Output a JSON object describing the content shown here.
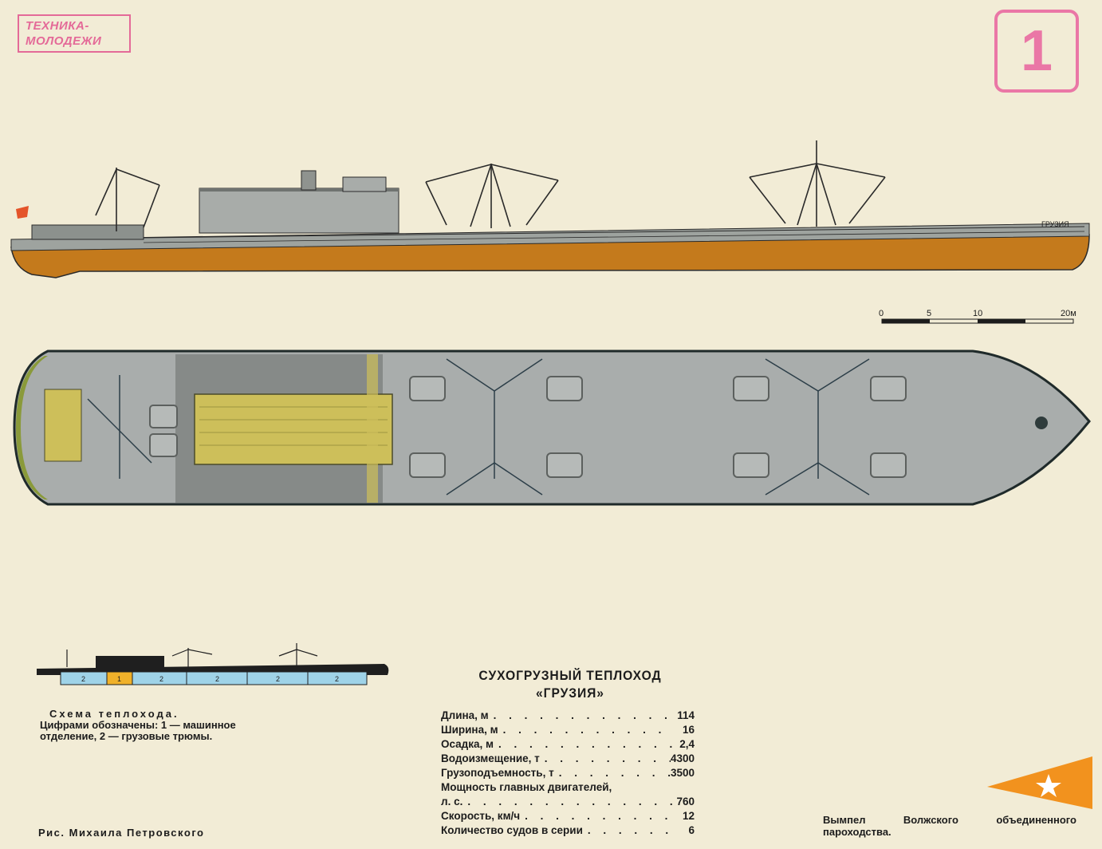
{
  "magazine": {
    "logo_line1": "ТЕХНИКА-",
    "logo_line2": "МОЛОДЕЖИ",
    "issue_number": "1"
  },
  "ship": {
    "hull_name": "ГРУЗИЯ",
    "title_line1": "СУХОГРУЗНЫЙ ТЕПЛОХОД",
    "title_line2": "«ГРУЗИЯ»",
    "colors": {
      "hull": "#c47a1c",
      "deck": "#a9adac",
      "superstructure": "#cdbf5a",
      "outline": "#1f2a2a",
      "paper": "#f2ecd6"
    }
  },
  "scale_bar": {
    "labels": [
      "0",
      "5",
      "10",
      "20м"
    ]
  },
  "specs": [
    {
      "name": "Длина, м",
      "value": "114"
    },
    {
      "name": "Ширина, м",
      "value": "16"
    },
    {
      "name": "Осадка, м",
      "value": "2,4"
    },
    {
      "name": "Водоизмещение, т",
      "value": "4300"
    },
    {
      "name": "Грузоподъемность, т",
      "value": "3500"
    },
    {
      "name": "Мощность главных двигателей,",
      "name_right": "",
      "continuation": "л. с.",
      "value": "760"
    },
    {
      "name": "Скорость, км/ч",
      "value": "12"
    },
    {
      "name": "Количество судов в серии",
      "value": "6"
    }
  ],
  "schema": {
    "caption_head": "Схема теплохода.",
    "caption_body": "Цифрами обозначены: 1 — машинное отделение, 2 — грузовые трюмы.",
    "compartments": [
      "2",
      "1",
      "2",
      "2",
      "2",
      "2"
    ]
  },
  "artist": "Рис. Михаила Петровского",
  "pennant": {
    "caption": "Вымпел Волжского объединенного пароходства.",
    "color": "#f2921e"
  }
}
